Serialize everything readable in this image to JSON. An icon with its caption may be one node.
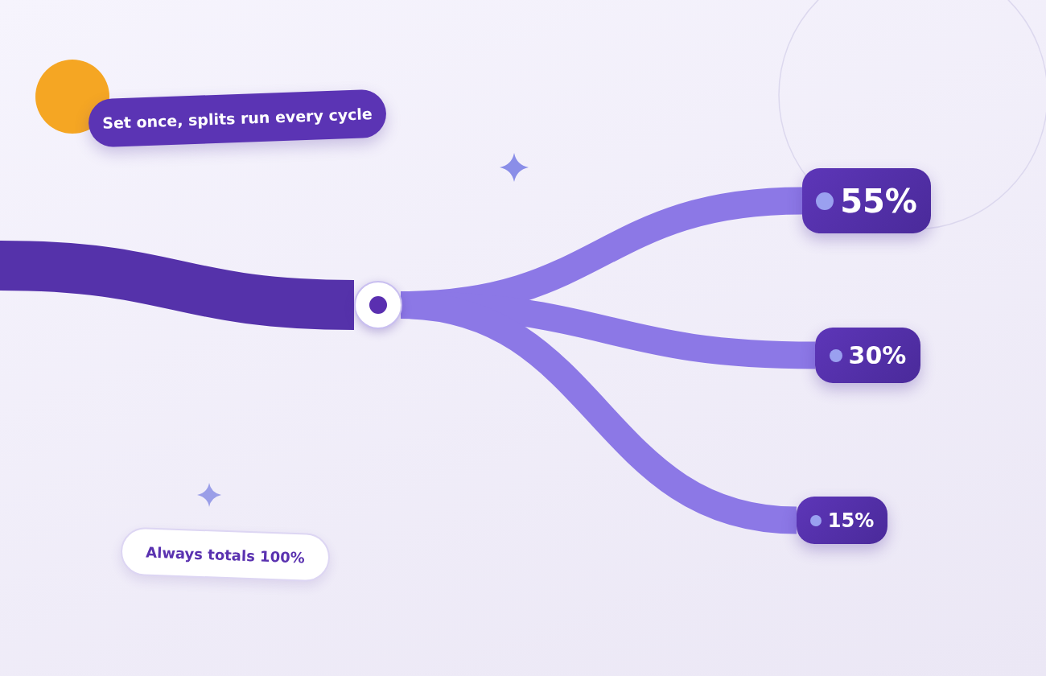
{
  "diagram": {
    "nodes": [
      {
        "text": [],
        "shape": "circle"
      },
      {
        "text": [
          "55%"
        ]
      },
      {
        "text": [
          "30%"
        ]
      },
      {
        "text": [
          "15%"
        ]
      },
      {
        "text": [
          "Set once, splits run every cycle"
        ]
      },
      {
        "text": [
          "Always totals 100%"
        ]
      }
    ],
    "edges": [
      {
        "from": null,
        "to": 0,
        "arrow": "none",
        "style": "thick",
        "color": "#5532aa"
      },
      {
        "from": 0,
        "to": 1,
        "arrow": "none"
      },
      {
        "from": 0,
        "to": 2,
        "arrow": "none"
      },
      {
        "from": 0,
        "to": 3,
        "arrow": "none"
      }
    ]
  }
}
